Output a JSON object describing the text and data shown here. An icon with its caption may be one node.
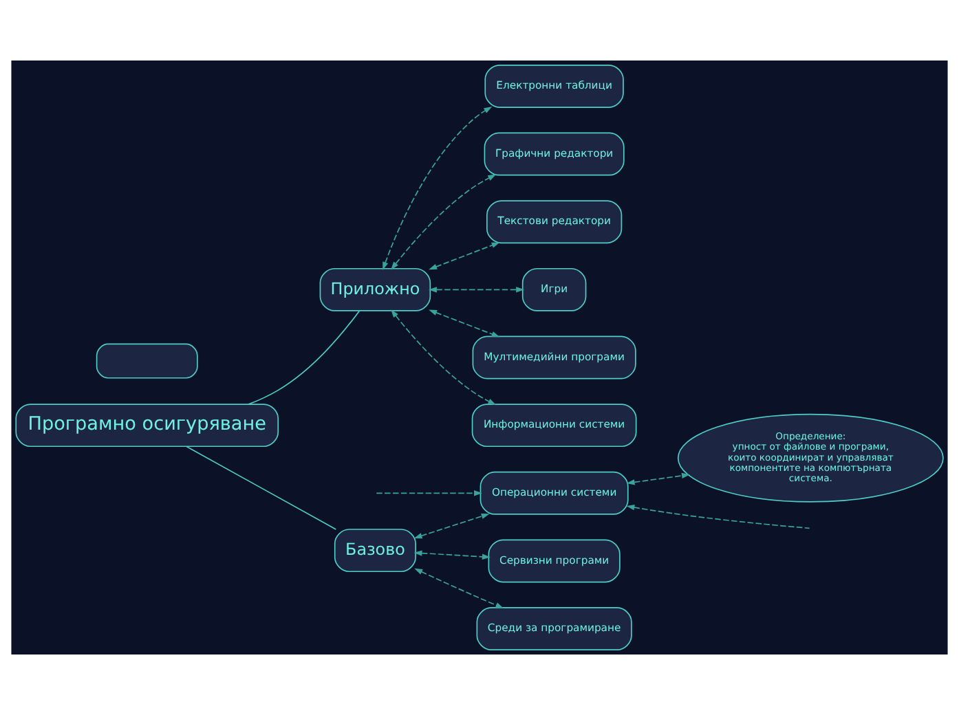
{
  "diagram": {
    "nodes": [
      {
        "text": [
          "Програмно осигуряване"
        ]
      },
      {
        "text": [
          "Приложно"
        ]
      },
      {
        "text": [
          "Електронни таблици"
        ]
      },
      {
        "text": [
          "Графични редактори"
        ]
      },
      {
        "text": [
          "Текстови редактори"
        ]
      },
      {
        "text": [
          "Игри"
        ]
      },
      {
        "text": [
          "Мултимедийни програми"
        ]
      },
      {
        "text": [
          "Информационни системи"
        ]
      },
      {
        "text": [
          "Базово"
        ]
      },
      {
        "text": [
          "Определение:",
          "упност от файлове и програми, които координират и управляват компонентите на компютърната система."
        ]
      },
      {
        "text": [
          "Операционни системи"
        ]
      },
      {
        "text": [
          "Сервизни програми"
        ]
      },
      {
        "text": [
          "Среди за програмиране"
        ]
      },
      {
        "text": [],
        "shape": "box"
      }
    ],
    "edges": [
      {
        "from": 0,
        "to": 1,
        "arrow": "none"
      },
      {
        "from": 0,
        "to": 8,
        "arrow": "none"
      },
      {
        "from": 1,
        "to": 2,
        "arrow": "both",
        "style": "dashed"
      },
      {
        "from": 1,
        "to": 3,
        "arrow": "both",
        "style": "dashed"
      },
      {
        "from": 1,
        "to": 4,
        "arrow": "both",
        "style": "dashed"
      },
      {
        "from": 1,
        "to": 5,
        "arrow": "both",
        "style": "dashed"
      },
      {
        "from": 1,
        "to": 6,
        "arrow": "both",
        "style": "dashed"
      },
      {
        "from": 1,
        "to": 7,
        "arrow": "both",
        "style": "dashed"
      },
      {
        "from": 8,
        "to": 10,
        "arrow": "both",
        "style": "dashed"
      },
      {
        "from": 8,
        "to": 11,
        "arrow": "both",
        "style": "dashed"
      },
      {
        "from": 8,
        "to": 12,
        "arrow": "both",
        "style": "dashed"
      },
      {
        "from": 10,
        "to": 9,
        "arrow": "both",
        "style": "dashed"
      },
      {
        "from": null,
        "to": 10,
        "arrow": "to",
        "style": "dashed"
      },
      {
        "from": null,
        "to": 10,
        "arrow": "to",
        "style": "dashed"
      }
    ]
  }
}
